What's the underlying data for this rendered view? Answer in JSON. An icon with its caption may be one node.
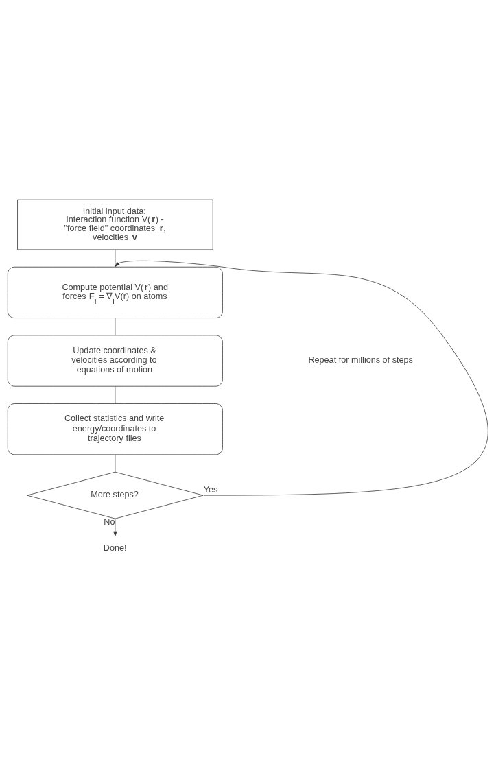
{
  "diagram": {
    "nodes": [
      {
        "text": [
          "Initial input data: Interaction function V(**r**) - \"force field\" coordinates **r**, velocities **v**"
        ]
      },
      {
        "text": [
          "Compute potential V(**r**) and forces **F**$_{i}$ = ∇$_{i}$V(r) on atoms"
        ]
      },
      {
        "text": [
          "Update coordinates & velocities according to equations of motion"
        ]
      },
      {
        "text": [
          "Collect statistics and write energy/coordinates to trajectory files"
        ]
      },
      {
        "text": [
          "More steps?"
        ]
      },
      {
        "text": [
          "Done!"
        ]
      }
    ],
    "edges": [
      {
        "from": 0,
        "to": 1,
        "arrow": "none"
      },
      {
        "from": 1,
        "to": 2,
        "arrow": "none"
      },
      {
        "from": 2,
        "to": 3,
        "arrow": "none"
      },
      {
        "from": 3,
        "to": 4,
        "arrow": "none"
      },
      {
        "from": 4,
        "to": 1,
        "arrow": "to",
        "label": "Yes"
      },
      {
        "from": 4,
        "to": 5,
        "arrow": "to",
        "label": "No"
      }
    ],
    "labels": [
      "Repeat for millions of steps"
    ]
  }
}
